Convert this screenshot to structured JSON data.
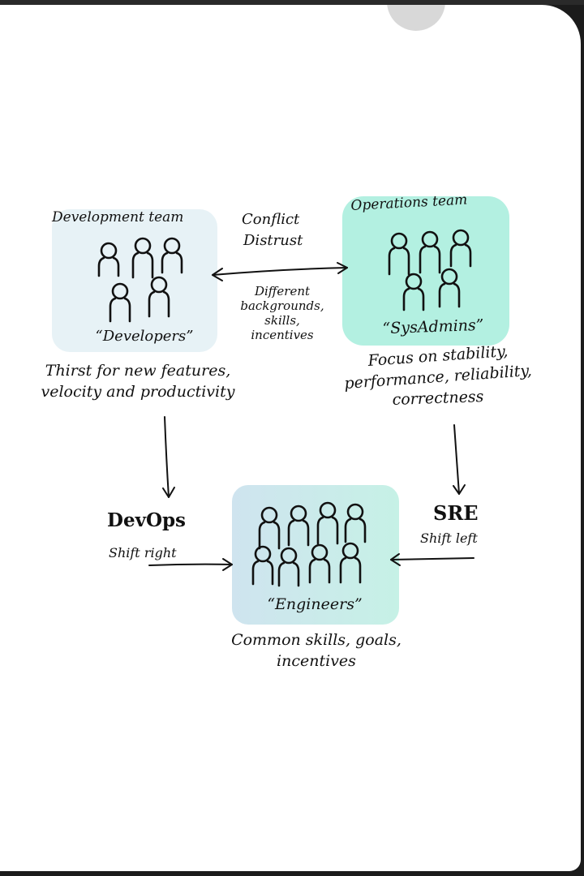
{
  "development_team": {
    "title": "Development team",
    "nickname": "“Developers”",
    "focus_line1": "Thirst for new features,",
    "focus_line2": "velocity and productivity"
  },
  "operations_team": {
    "title": "Operations team",
    "nickname": "“SysAdmins”",
    "focus_line1": "Focus on stability,",
    "focus_line2": "performance, reliability,",
    "focus_line3": "correctness"
  },
  "relationship": {
    "line1": "Conflict",
    "line2": "Distrust",
    "reason_line1": "Different",
    "reason_line2": "backgrounds,",
    "reason_line3": "skills,",
    "reason_line4": "incentives"
  },
  "devops": {
    "label": "DevOps",
    "shift": "Shift right"
  },
  "sre": {
    "label": "SRE",
    "shift": "Shift left"
  },
  "engineers": {
    "nickname": "“Engineers”",
    "common_line1": "Common skills, goals,",
    "common_line2": "incentives"
  },
  "colors": {
    "dev_box": "#e7f2f6",
    "ops_box": "#b3f0e1",
    "ink": "#111111"
  }
}
